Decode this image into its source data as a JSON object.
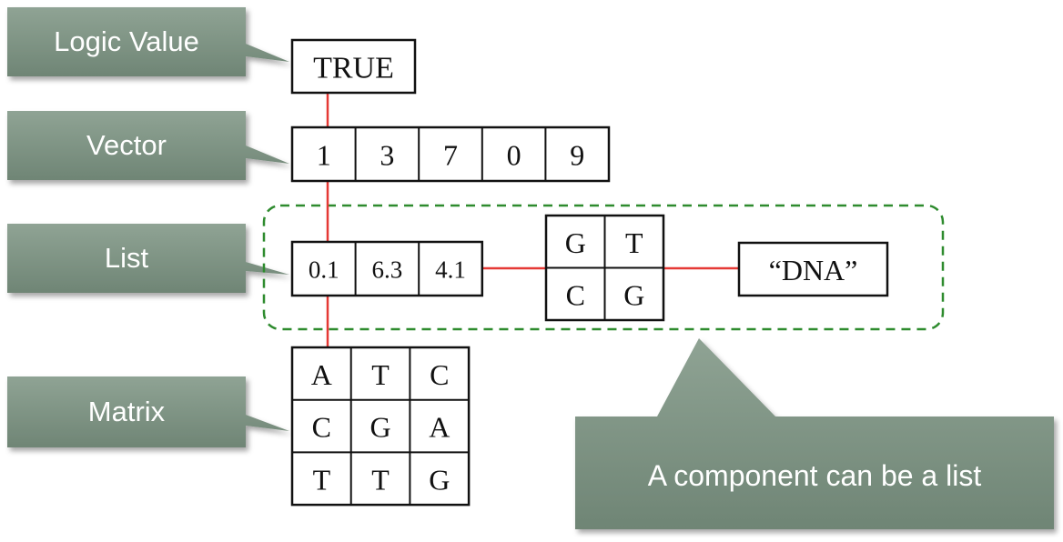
{
  "callouts": {
    "logic_value": "Logic Value",
    "vector": "Vector",
    "list": "List",
    "matrix": "Matrix",
    "component_note": "A component can be a list"
  },
  "logic_value": {
    "value": "TRUE"
  },
  "vector": {
    "values": [
      "1",
      "3",
      "7",
      "0",
      "9"
    ]
  },
  "list": {
    "values": [
      "0.1",
      "6.3",
      "4.1"
    ]
  },
  "inner_matrix": {
    "rows": [
      [
        "G",
        "T"
      ],
      [
        "C",
        "G"
      ]
    ]
  },
  "string_value": {
    "value": "“DNA”"
  },
  "matrix": {
    "rows": [
      [
        "A",
        "T",
        "C"
      ],
      [
        "C",
        "G",
        "A"
      ],
      [
        "T",
        "T",
        "G"
      ]
    ]
  },
  "colors": {
    "callout_fill": "#7d9283",
    "connector": "#e53935",
    "dashed_border": "#2e8b2e",
    "box_border": "#111111"
  }
}
